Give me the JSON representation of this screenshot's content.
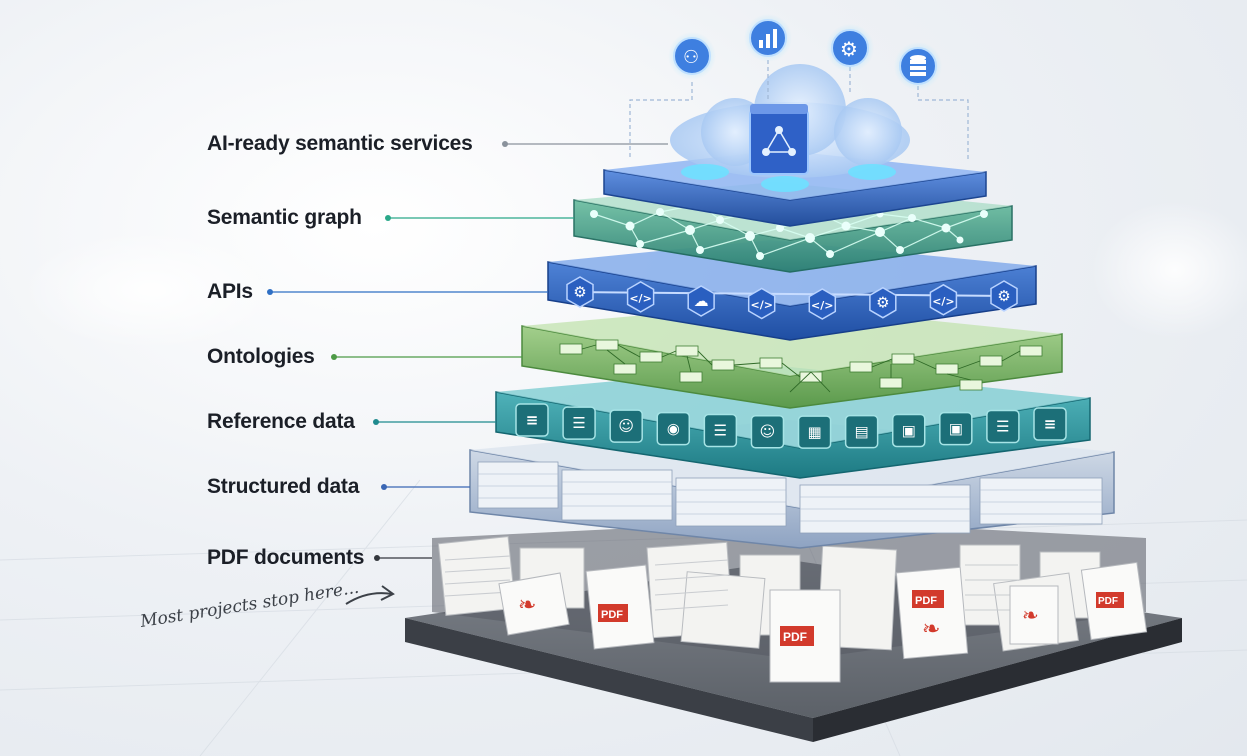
{
  "layers": [
    {
      "id": "ai",
      "label": "AI-ready semantic services",
      "color": "#8a929c"
    },
    {
      "id": "graph",
      "label": "Semantic graph",
      "color": "#2aa889"
    },
    {
      "id": "apis",
      "label": "APIs",
      "color": "#2f6fc4"
    },
    {
      "id": "ontologies",
      "label": "Ontologies",
      "color": "#4d9a46"
    },
    {
      "id": "reference",
      "label": "Reference data",
      "color": "#1f8a8e"
    },
    {
      "id": "structured",
      "label": "Structured data",
      "color": "#3a66b4"
    },
    {
      "id": "pdf",
      "label": "PDF documents",
      "color": "#33373d"
    }
  ],
  "annotation": "Most projects stop here...",
  "pdf_badge": "PDF",
  "top_icons": [
    "robot-icon",
    "bar-chart-icon",
    "gear-icon",
    "database-icon"
  ],
  "api_icons": [
    "gear-icon",
    "code-icon",
    "cloud-icon",
    "code-icon",
    "code-icon",
    "gear-icon",
    "code-icon",
    "gear-icon"
  ],
  "reference_icons": [
    "database-icon",
    "list-icon",
    "person-icon",
    "location-pin-icon",
    "list-icon",
    "person-icon",
    "building-icon",
    "table-icon",
    "calendar-icon",
    "calendar-icon",
    "list-icon",
    "database-icon"
  ]
}
